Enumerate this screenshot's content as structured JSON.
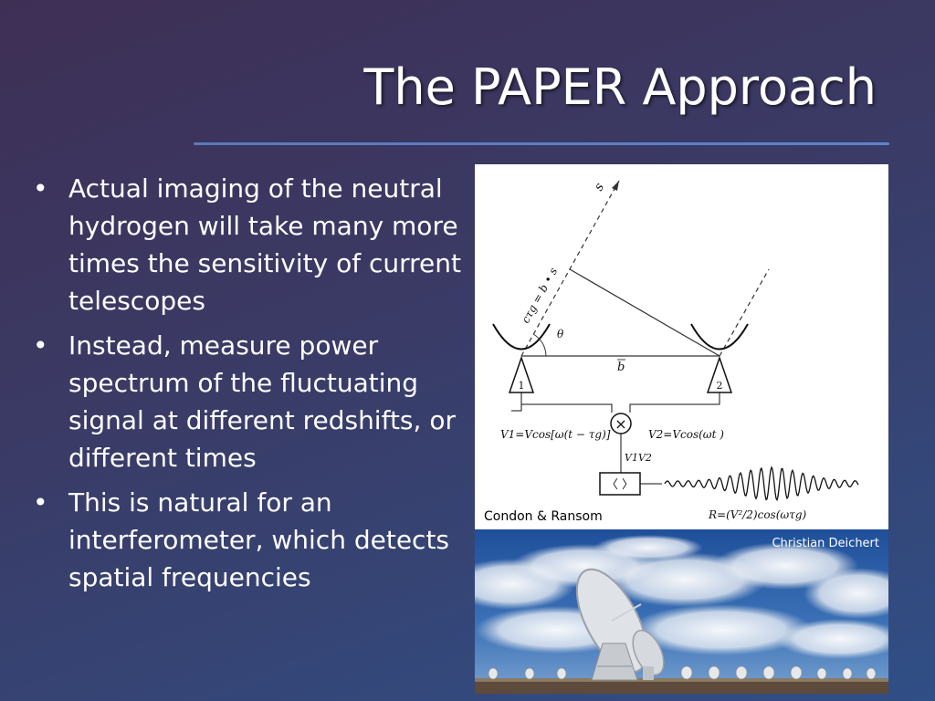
{
  "slide": {
    "title": "The PAPER Approach",
    "bullets": [
      "Actual imaging of the neutral hydrogen will take many more times the sensitivity of current telescopes",
      "Instead, measure power spectrum of the fluctuating signal at different redshifts, or different times",
      "This is natural for an interferometer, which detects spatial frequencies"
    ],
    "bullet_glyph": "•"
  },
  "diagram": {
    "caption": "Condon & Ransom",
    "labels": {
      "s": "s",
      "delay": "cτg = b • s",
      "theta": "θ",
      "b": "b",
      "antenna1": "1",
      "antenna2": "2",
      "v1": "V1=Vcos[ω(t − τg)]",
      "v2": "V2=Vcos(ωt )",
      "multiply": "×",
      "product": "V1V2",
      "average": "〈 〉",
      "response": "R=(V²/2)cos(ωτg)"
    }
  },
  "photo": {
    "credit": "Christian Deichert",
    "icon": "radio-telescope-array-photo"
  }
}
